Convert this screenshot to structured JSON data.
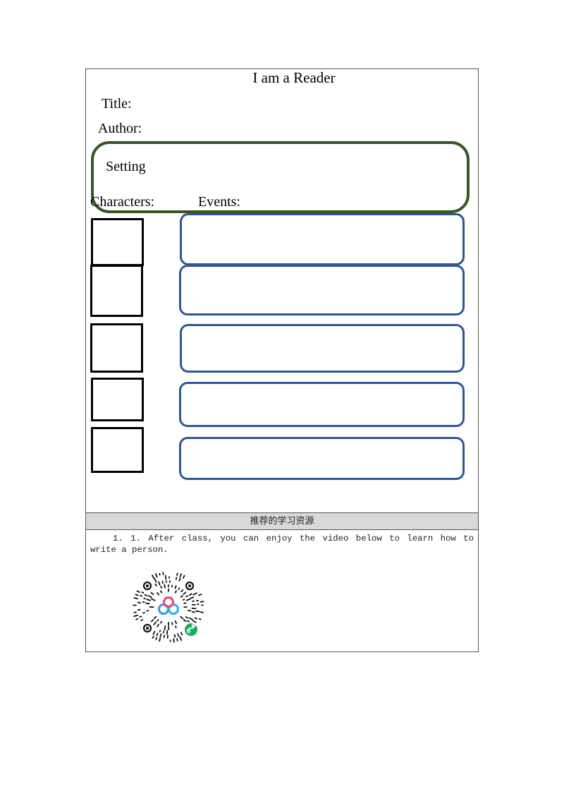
{
  "worksheet": {
    "title": "I am a Reader",
    "title_label": "Title:",
    "author_label": "Author:",
    "setting_label": "Setting",
    "characters_label": "Characters:",
    "events_label": "Events:"
  },
  "resources": {
    "header": "推荐的学习资源",
    "item_1": "1. 1. After class, you can enjoy the video below to learn how to write a person.",
    "qr_icon": "mini-program-qr-code"
  },
  "colors": {
    "setting_border": "#375623",
    "event_border": "#2f5597",
    "header_bg": "#d9d9d9"
  }
}
